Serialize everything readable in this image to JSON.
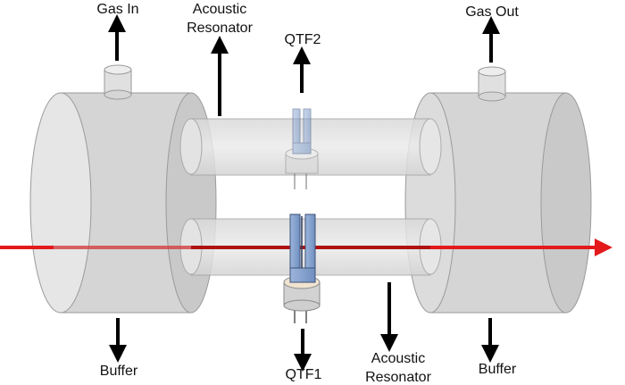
{
  "labels": {
    "gas_in": "Gas In",
    "gas_out": "Gas Out",
    "acoustic_resonator_top_line1": "Acoustic",
    "acoustic_resonator_top_line2": "Resonator",
    "acoustic_resonator_bottom_line1": "Acoustic",
    "acoustic_resonator_bottom_line2": "Resonator",
    "qtf2": "QTF2",
    "qtf1": "QTF1",
    "buffer_left": "Buffer",
    "buffer_right": "Buffer"
  },
  "colors": {
    "laser_beam": "#e3191c",
    "tuning_fork": "#8aa6d1",
    "buffer_body": "#d6d6d6",
    "tube": "#e2e2e2",
    "arrow": "#000000"
  }
}
